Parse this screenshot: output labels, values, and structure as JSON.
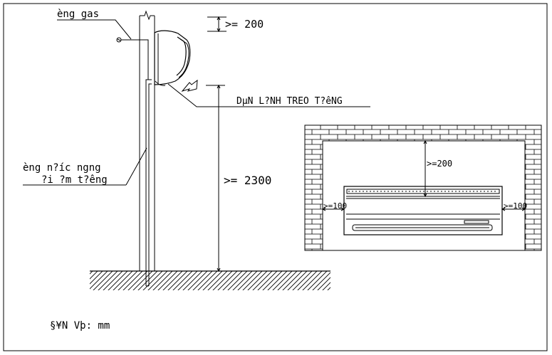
{
  "labels": {
    "gas_pipe": "èng gas",
    "top_clearance": ">= 200",
    "indoor_unit": "DµN L?NH TREO T?êNG",
    "drain_pipe_line1": "èng n?íc ngng",
    "drain_pipe_line2": "?i ?m t?êng",
    "height_clearance": ">= 2300",
    "inner_top": ">=200",
    "inner_left": ">=100",
    "inner_right": ">=100",
    "unit_note": "§¥N Vþ: mm"
  },
  "colors": {
    "line": "#000000",
    "background": "#ffffff"
  }
}
